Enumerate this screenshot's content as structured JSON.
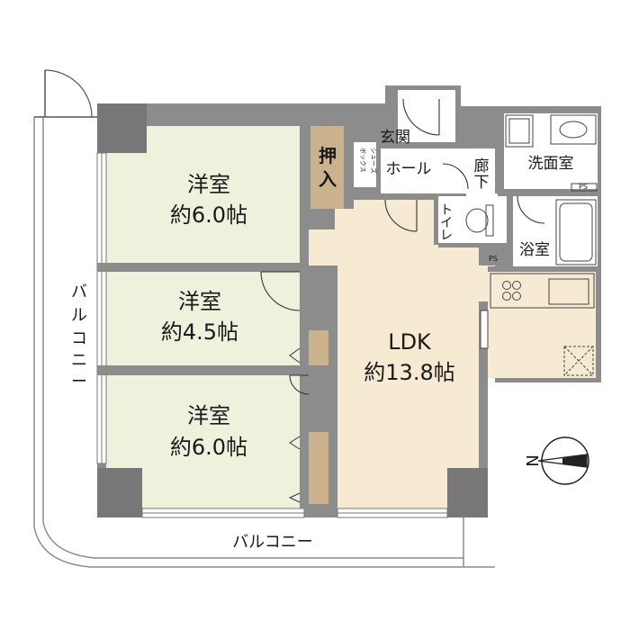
{
  "rooms": {
    "bedroom_top": {
      "name": "洋室",
      "size": "約6.0帖"
    },
    "bedroom_mid": {
      "name": "洋室",
      "size": "約4.5帖"
    },
    "bedroom_bottom": {
      "name": "洋室",
      "size": "約6.0帖"
    },
    "ldk": {
      "name": "LDK",
      "size": "約13.8帖"
    },
    "oshiire": {
      "chars": [
        "押",
        "入"
      ]
    },
    "shoe_box": {
      "line1": "シュー",
      "line2": "ズ",
      "line3": "ボックス"
    },
    "entrance": "玄関",
    "hall": "ホール",
    "corridor": {
      "chars": [
        "廊",
        "下"
      ]
    },
    "washroom": "洗面室",
    "toilet": {
      "chars": [
        "ト",
        "イ",
        "レ"
      ]
    },
    "bathroom": "浴室",
    "ps": "PS"
  },
  "balcony": {
    "west_chars": [
      "バ",
      "ル",
      "コ",
      "ニ",
      "ー"
    ],
    "south": "バルコニー"
  },
  "compass": {
    "label": "N"
  },
  "colors": {
    "wall": "#8c8c8c",
    "pillar": "#777777",
    "bedroom_floor": "#eef2dc",
    "ldk_floor": "#f6ead2",
    "closet": "#c9b28c",
    "wet_area": "#ffffff"
  }
}
